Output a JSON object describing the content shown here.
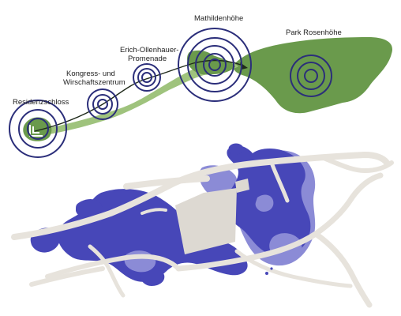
{
  "labels": {
    "residenzschloss": "Residenzschloss",
    "kongress_line1": "Kongress- und",
    "kongress_line2": "Wirschaftszentrum",
    "erich_line1": "Erich-Ollenhauer-",
    "erich_line2": "Promenade",
    "mathildenhoehe": "Mathildenhöhe",
    "park_rosenhoehe": "Park Rosenhöhe"
  },
  "colors": {
    "green": "#6a9a4c",
    "light_green": "#9fc37d",
    "navy": "#2b2e7a",
    "blue": "#4747b8",
    "lavender": "#8b8bd6",
    "road": "#e7e3dc",
    "building": "#ddd9d2"
  },
  "icons": {
    "route_arrow": "arrow-head",
    "target_rings": "concentric-circles"
  }
}
